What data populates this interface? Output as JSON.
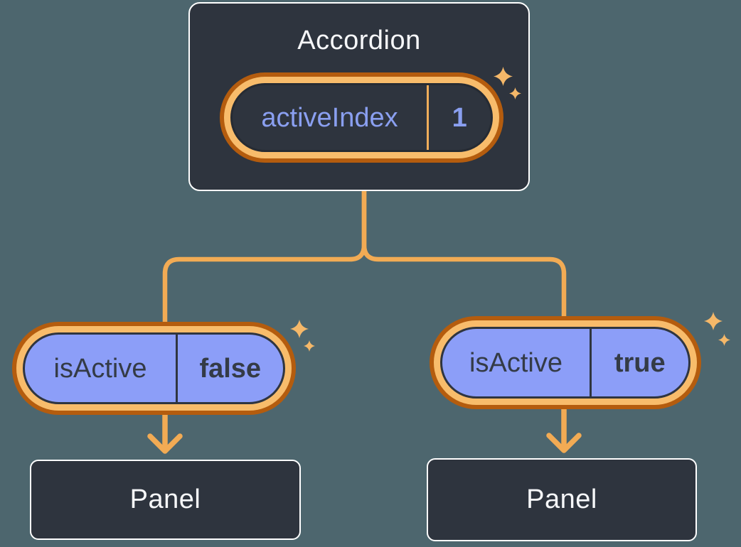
{
  "colors": {
    "bg": "#4d666e",
    "boxFill": "#2e343e",
    "boxBorder": "#ffffff",
    "lightText": "#f6f7f9",
    "purpleText": "#8a9ff0",
    "pillFill": "#8c9ef8",
    "pillBorder": "#2f3540",
    "darkText": "#343b46",
    "ringLight": "#f8bc6b",
    "ringDark": "#b45c0e",
    "connector": "#f2ab54",
    "stateDivider": "#f0ad5a",
    "sparkle": "#f5b869"
  },
  "accordion": {
    "title": "Accordion",
    "state": {
      "name": "activeIndex",
      "value": "1"
    }
  },
  "children": [
    {
      "prop_name": "isActive",
      "prop_value": "false",
      "panel_label": "Panel"
    },
    {
      "prop_name": "isActive",
      "prop_value": "true",
      "panel_label": "Panel"
    }
  ],
  "icons": {
    "sparkles": "sparkle-icon",
    "arrows": "arrow-down-icon"
  }
}
